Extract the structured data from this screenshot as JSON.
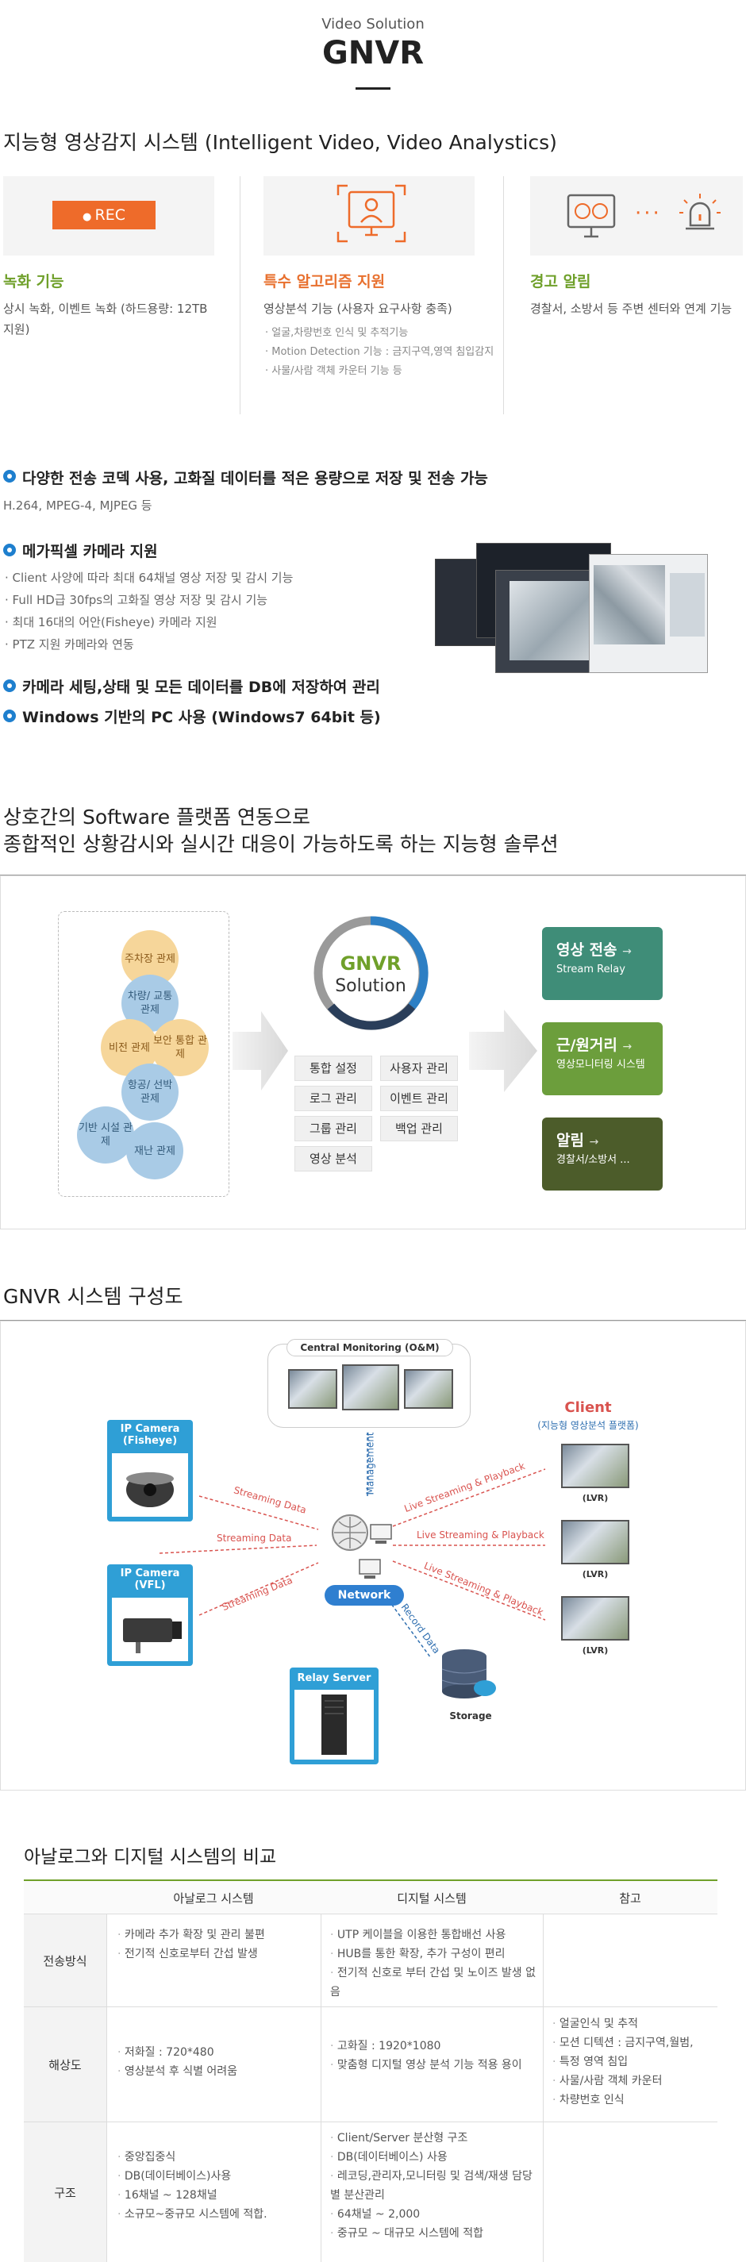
{
  "header": {
    "subtitle": "Video Solution",
    "title": "GNVR"
  },
  "section1": {
    "title": "지능형 영상감지 시스템  (Intelligent Video, Video Analystics)",
    "rec_label": "REC",
    "ellipsis": "···",
    "cards": [
      {
        "heading": "녹화 기능",
        "text": "상시 녹화, 이벤트 녹화 (하드용량: 12TB 지원)",
        "items": []
      },
      {
        "heading": "특수 알고리즘 지원",
        "text": "영상분석 기능 (사용자 요구사항 충족)",
        "items": [
          "얼굴,차량번호 인식 및 추적기능",
          "Motion Detection 기능 : 금지구역,영역 침입감지",
          "사물/사람 객체 카운터 기능 등"
        ]
      },
      {
        "heading": "경고 알림",
        "text": "경찰서, 소방서 등 주변 센터와 연계 기능",
        "items": []
      }
    ]
  },
  "features": {
    "f1": {
      "title": "다양한 전송 코덱 사용, 고화질 데이터를 적은 용량으로 저장 및 전송 가능",
      "sub": "H.264, MPEG-4, MJPEG 등"
    },
    "f2": {
      "title": "메가픽셀 카메라 지원",
      "items": [
        "Client 사양에 따라 최대 64채널 영상 저장 및 감시 기능",
        "Full HD급 30fps의 고화질 영상 저장 및 감시 기능",
        "최대 16대의 어안(Fisheye) 카메라 지원",
        "PTZ 지원 카메라와 연동"
      ]
    },
    "f3": {
      "title": "카메라 세팅,상태 및 모든 데이터를 DB에 저장하여 관리"
    },
    "f4": {
      "title": "Windows 기반의 PC 사용 (Windows7 64bit 등)"
    }
  },
  "solution": {
    "title_line1": "상호간의 Software 플랫폼 연동으로",
    "title_line2": "종합적인 상황감시와 실시간 대응이 가능하도록 하는 지능형 솔루션",
    "circles": [
      "주차장 관제",
      "차량/ 교통 관제",
      "비전 관제",
      "보안 통합 관제",
      "항공/ 선박 관제",
      "기반 시설 관제",
      "재난 관제"
    ],
    "center_title": "GNVR",
    "center_sub": "Solution",
    "functions": [
      "통합 설정",
      "사용자 관리",
      "로그 관리",
      "이벤트 관리",
      "그룹 관리",
      "백업 관리",
      "영상 분석"
    ],
    "outputs": [
      {
        "title": "영상 전송",
        "sub": "Stream Relay",
        "color": "#3f8d78"
      },
      {
        "title": "근/원거리",
        "sub": "영상모니터링 시스템",
        "color": "#6c9e3c"
      },
      {
        "title": "알림",
        "sub": "경찰서/소방서 ...",
        "color": "#4c5c2a"
      }
    ],
    "arrow": "→"
  },
  "architecture": {
    "title": "GNVR 시스템 구성도",
    "central": "Central Monitoring (O&M)",
    "cam1": "IP Camera (Fisheye)",
    "cam2": "IP Camera (VFL)",
    "client": "Client",
    "client_sub": "(지능형 영상분석 플랫폼)",
    "lvr": "(LVR)",
    "network": "Network",
    "relay": "Relay Server",
    "storage": "Storage",
    "labels": {
      "streaming": "Streaming Data",
      "live": "Live Streaming & Playback",
      "management": "Management",
      "record": "Record Data"
    }
  },
  "comparison": {
    "title": "아날로그와 디지털 시스템의 비교",
    "headers": [
      "아날로그 시스템",
      "디지털 시스템",
      "참고"
    ],
    "rows": [
      {
        "label": "전송방식",
        "analog": [
          "카메라 추가 확장 및 관리 불편",
          "전기적 신호로부터 간섭 발생"
        ],
        "digital": [
          "UTP 케이블을 이용한 통합배선 사용",
          "HUB를 통한 확장, 추가 구성이 편리",
          "전기적 신호로 부터 간섭 및 노이즈 발생 없음"
        ],
        "note": []
      },
      {
        "label": "해상도",
        "analog": [
          "저화질 : 720*480",
          "영상분석 후 식별 어려움"
        ],
        "digital": [
          "고화질 : 1920*1080",
          "맞춤형 디지털 영상 분석 기능 적용 용이"
        ],
        "note": [
          "얼굴인식 및 추적",
          "모션 디텍션 : 금지구역,월범,",
          "특정 영역 침입",
          "사물/사람 객체 카운터",
          "차량번호 인식"
        ]
      },
      {
        "label": "구조",
        "analog": [
          "중앙집중식",
          "DB(데이터베이스)사용",
          "16채널 ~ 128채널",
          "소규모~중규모 시스템에 적합."
        ],
        "digital": [
          "Client/Server 분산형 구조",
          "DB(데이터베이스) 사용",
          "레코딩,관리자,모니터링 및 검색/재생 담당별 분산관리",
          "64채널 ~ 2,000",
          "중규모 ~ 대규모 시스템에 적합"
        ],
        "note": []
      }
    ]
  }
}
